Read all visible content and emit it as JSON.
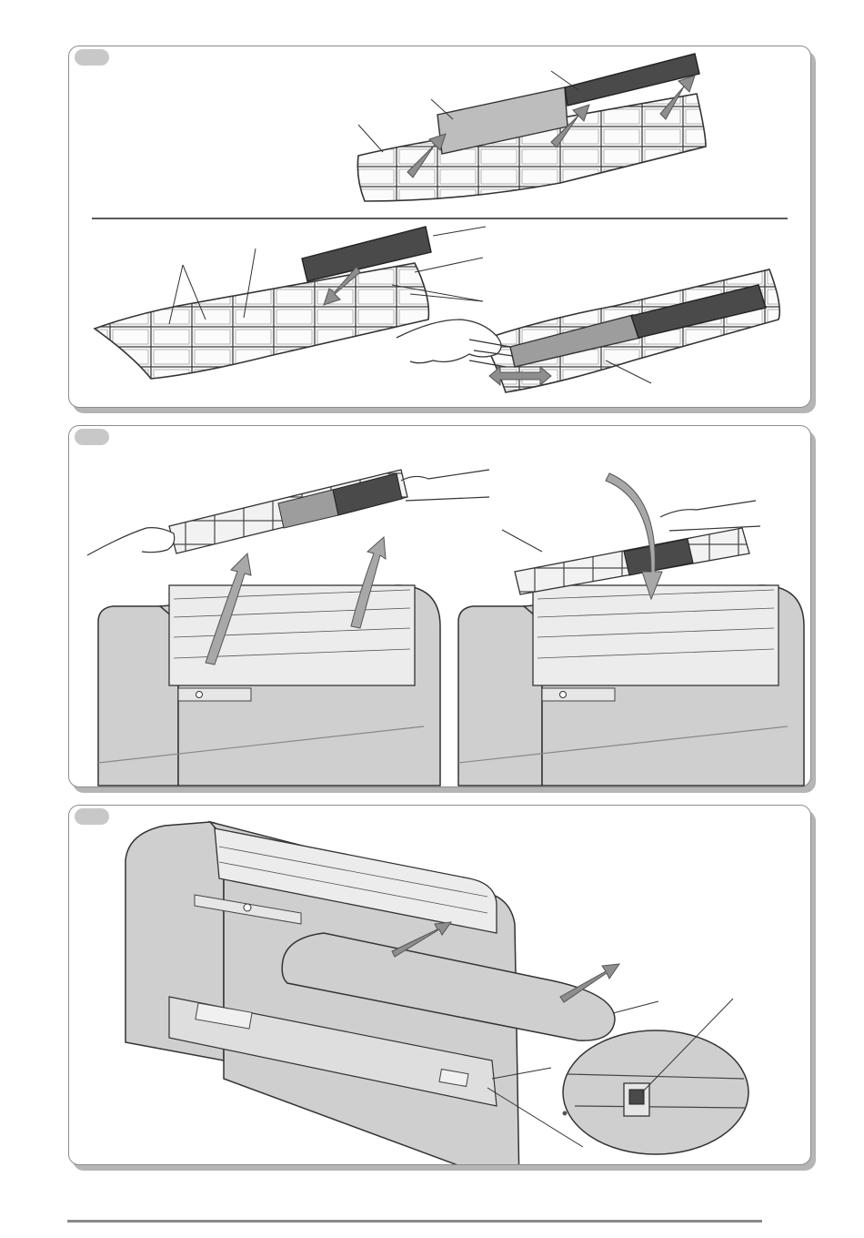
{
  "colors": {
    "panel_border": "#8c8c8c",
    "panel_shadow": "#b5b5b5",
    "step_tab": "#c8c8c8",
    "filter_light": "#bdbdbd",
    "filter_dark": "#4a4a4a",
    "unit_body": "#cfcfcf",
    "arrow_fill": "#8e8e8e"
  },
  "panels": [
    {
      "id": "panel-1",
      "step_label": ""
    },
    {
      "id": "panel-2",
      "step_label": ""
    },
    {
      "id": "panel-3",
      "step_label": ""
    }
  ],
  "icons": [
    "filter-grid-icon",
    "arrow-icon",
    "hand-icon",
    "air-conditioner-icon",
    "switch-icon",
    "magnifier-callout-icon"
  ]
}
